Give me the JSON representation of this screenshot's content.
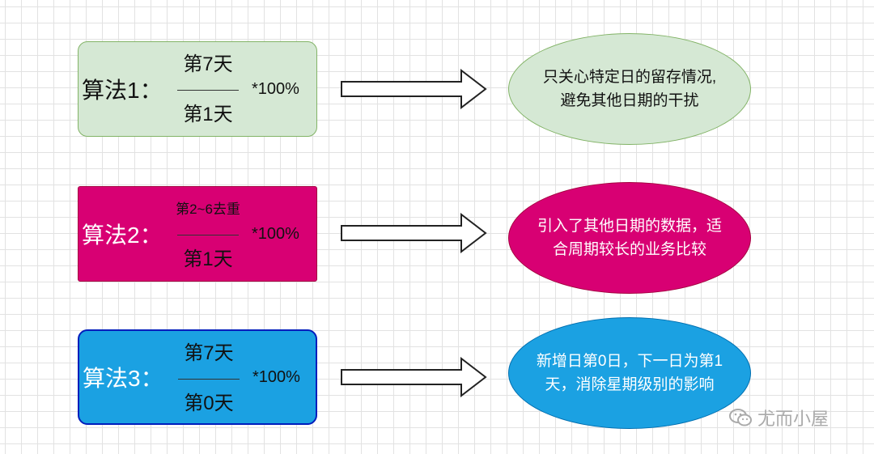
{
  "colors": {
    "algo1_fill": "#d5e8d4",
    "algo1_border": "#82b366",
    "algo2_fill": "#d80073",
    "algo3_fill": "#1ba1e2",
    "algo3_border": "#001dbc",
    "ellipse1_fill": "#d5e8d4",
    "ellipse2_fill": "#d80073",
    "ellipse3_fill": "#1ba1e2"
  },
  "algorithms": [
    {
      "name": "算法1：",
      "numerator": "第7天",
      "denominator": "第1天",
      "multiplier": "*100%",
      "description_line1": "只关心特定日的留存情况,",
      "description_line2": "避免其他日期的干扰"
    },
    {
      "name": "算法2：",
      "numerator": "第2~6去重",
      "denominator": "第1天",
      "multiplier": "*100%",
      "description_line1": "引入了其他日期的数据，适",
      "description_line2": "合周期较长的业务比较"
    },
    {
      "name": "算法3：",
      "numerator": "第7天",
      "denominator": "第0天",
      "multiplier": "*100%",
      "description_line1": "新增日第0日，下一日为第1",
      "description_line2": "天，消除星期级别的影响"
    }
  ],
  "watermark": {
    "text": "尤而小屋",
    "icon": "wechat-icon"
  }
}
